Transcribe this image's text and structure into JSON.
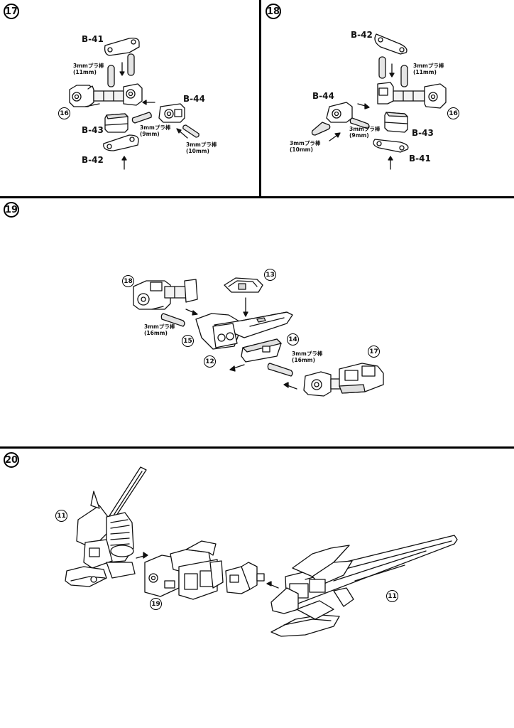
{
  "steps": {
    "s17": {
      "number": "17",
      "parts": {
        "b41": "B-41",
        "b44": "B-44",
        "b43": "B-43",
        "b42": "B-42"
      },
      "subassembly": "16",
      "rods": {
        "r11": {
          "l1": "3mmプラ棒",
          "l2": "(11mm)"
        },
        "r9": {
          "l1": "3mmプラ棒",
          "l2": "(9mm)"
        },
        "r10": {
          "l1": "3mmプラ棒",
          "l2": "(10mm)"
        }
      }
    },
    "s18": {
      "number": "18",
      "parts": {
        "b42": "B-42",
        "b44": "B-44",
        "b43": "B-43",
        "b41": "B-41"
      },
      "subassembly": "16",
      "rods": {
        "r11": {
          "l1": "3mmプラ棒",
          "l2": "(11mm)"
        },
        "r9": {
          "l1": "3mmプラ棒",
          "l2": "(9mm)"
        },
        "r10": {
          "l1": "3mmプラ棒",
          "l2": "(10mm)"
        }
      }
    },
    "s19": {
      "number": "19",
      "subassemblies": {
        "a18": "18",
        "a13": "13",
        "a15": "15",
        "a14": "14",
        "a12": "12",
        "a17": "17"
      },
      "rods": {
        "left": {
          "l1": "3mmプラ棒",
          "l2": "(16mm)"
        },
        "right": {
          "l1": "3mmプラ棒",
          "l2": "(16mm)"
        }
      }
    },
    "s20": {
      "number": "20",
      "subassemblies": {
        "left11": "11",
        "center19": "19",
        "right11": "11"
      }
    }
  },
  "icons": [
    "step-number-circle",
    "part-number-circle",
    "assembly-arrow",
    "plastic-rod"
  ],
  "colors": {
    "ink": "#111111",
    "paper": "#ffffff",
    "shade": "#d9d9d9"
  }
}
